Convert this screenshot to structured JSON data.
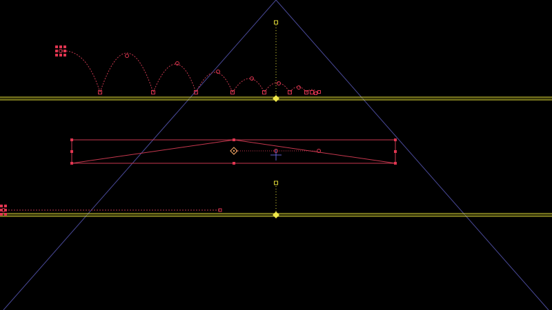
{
  "viewport": {
    "view": "3d-viewport",
    "background_color": "#000000",
    "camera_frustum_color": "#4a4a9a",
    "motion_path_color": "#c8384f",
    "handle_color": "#e03550",
    "ground_line_color": "#e6e03a",
    "selected_point_color": "#f0e84a",
    "origin_marker_color": "#e8a060",
    "cursor_color": "#6060d0"
  },
  "objects": [
    {
      "name": "bouncing-ball-path",
      "bounces": 7
    },
    {
      "name": "seesaw-rig"
    },
    {
      "name": "sliding-object-path"
    }
  ]
}
